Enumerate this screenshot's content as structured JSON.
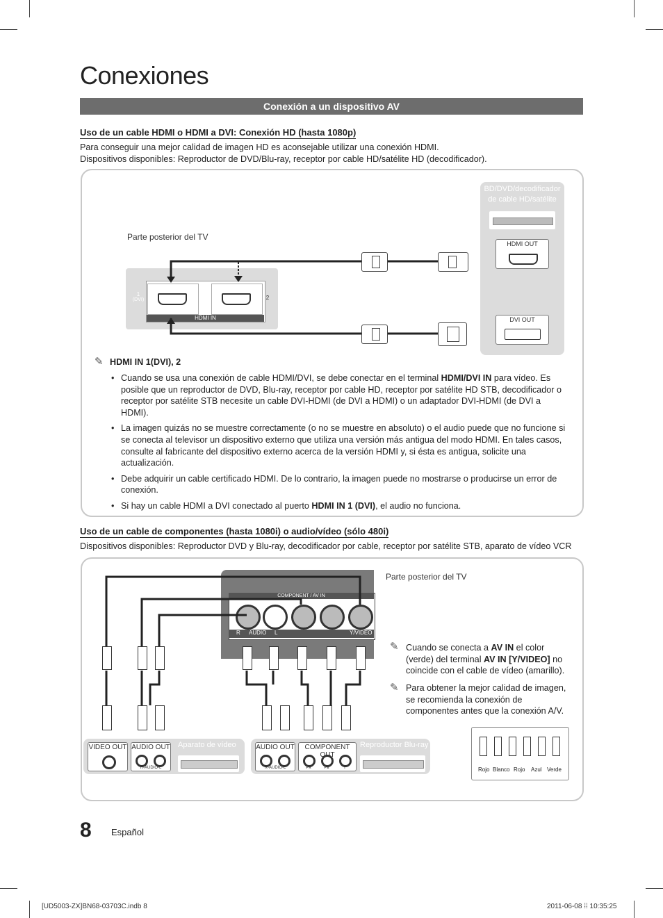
{
  "title": "Conexiones",
  "section_bar": "Conexión a un dispositivo AV",
  "hdmi_section": {
    "heading": "Uso de un cable HDMI o HDMI a DVI: Conexión HD (hasta 1080p)",
    "line1": "Para conseguir una mejor calidad de imagen HD es aconsejable utilizar una conexión HDMI.",
    "line2": "Dispositivos disponibles: Reproductor de DVD/Blu-ray, receptor por cable HD/satélite HD (decodificador).",
    "diagram": {
      "tv_back_label": "Parte posterior del TV",
      "device_label_1": "BD/DVD/decodificador",
      "device_label_2": "de cable HD/satélite",
      "hdmi_out": "HDMI OUT",
      "dvi_out": "DVI OUT",
      "port1_label": "1",
      "port1_sub": "(DVI)",
      "port2_label": "2",
      "hdmi_in_label": "HDMI  IN"
    },
    "note_title": "HDMI IN 1(DVI), 2",
    "bullets": [
      {
        "pre": "Cuando se usa una conexión de cable HDMI/DVI, se debe conectar en el terminal ",
        "bold": "HDMI/DVI IN",
        "post": " para vídeo. Es posible que un reproductor de DVD, Blu-ray, receptor por cable HD, receptor por satélite HD STB, decodificador o receptor por satélite STB necesite un cable DVI-HDMI (de DVI a HDMI) o un adaptador DVI-HDMI (de DVI a HDMI)."
      },
      {
        "pre": "La imagen quizás no se muestre correctamente (o no se muestre en absoluto) o el audio puede que no funcione si se conecta al televisor un dispositivo externo que utiliza una versión más antigua del modo HDMI. En tales casos, consulte al fabricante del dispositivo externo acerca de la versión HDMI y, si ésta es antigua, solicite una actualización.",
        "bold": "",
        "post": ""
      },
      {
        "pre": "Debe adquirir un cable certificado HDMI. De lo contrario, la imagen puede no mostrarse o producirse un error de conexión.",
        "bold": "",
        "post": ""
      },
      {
        "pre": "Si hay un cable HDMI a DVI conectado al puerto ",
        "bold": "HDMI IN 1 (DVI)",
        "post": ", el audio no funciona."
      }
    ]
  },
  "component_section": {
    "heading": "Uso de un cable de componentes (hasta 1080i) o audio/vídeo (sólo 480i)",
    "line1": "Dispositivos disponibles: Reproductor DVD y Blu-ray, decodificador por cable, receptor por satélite STB, aparato de vídeo VCR",
    "diagram": {
      "tv_back_label": "Parte posterior del TV",
      "component_av_in": "COMPONENT / AV IN",
      "r_label": "R",
      "audio_label": "AUDIO",
      "l_label": "L",
      "y_video_label": "Y/VIDEO",
      "vcr_label": "Aparato de vídeo",
      "video_out": "VIDEO OUT",
      "audio_out": "AUDIO OUT",
      "r_audio_l": "R-AUDIO-L",
      "bluray_label": "Reproductor Blu-ray",
      "audio_out_2": "AUDIO OUT",
      "component_out": "COMPONENT OUT",
      "r_audio_l_2": "R-AUDIO-L",
      "pr": "Pʀ",
      "pb": "Pʙ",
      "y": "Y",
      "legend": [
        "Rojo",
        "Blanco",
        "Rojo",
        "Azul",
        "Verde"
      ]
    },
    "note1_pre": "Cuando se conecta a ",
    "note1_b1": "AV IN",
    "note1_mid": " el color (verde) del terminal ",
    "note1_b2": "AV IN [Y/VIDEO]",
    "note1_post": " no coincide con el cable de vídeo (amarillo).",
    "note2": "Para obtener la mejor calidad de imagen, se recomienda la conexión de componentes antes que la conexión A/V."
  },
  "page_number": "8",
  "language": "Español",
  "footer_left": "[UD5003-ZX]BN68-03703C.indb   8",
  "footer_right": "2011-06-08   ⁞⁞ 10:35:25"
}
